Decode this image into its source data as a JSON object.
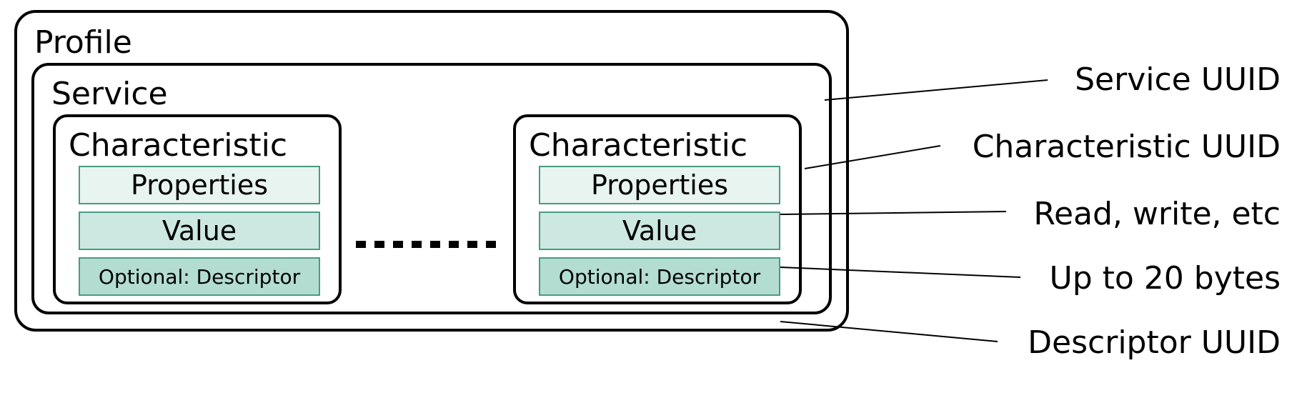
{
  "profile": {
    "label": "Profile"
  },
  "service": {
    "label": "Service"
  },
  "characteristics": [
    {
      "label": "Characteristic",
      "fields": [
        {
          "label": "Properties",
          "color": "#e8f4f0"
        },
        {
          "label": "Value",
          "color": "#cde8e0"
        },
        {
          "label": "Optional: Descriptor",
          "color": "#b3ddd1"
        }
      ]
    },
    {
      "label": "Characteristic",
      "fields": [
        {
          "label": "Properties",
          "color": "#e8f4f0"
        },
        {
          "label": "Value",
          "color": "#cde8e0"
        },
        {
          "label": "Optional: Descriptor",
          "color": "#b3ddd1"
        }
      ]
    }
  ],
  "annotations": [
    {
      "label": "Service UUID"
    },
    {
      "label": "Characteristic UUID"
    },
    {
      "label": "Read, write, etc"
    },
    {
      "label": "Up to 20 bytes"
    },
    {
      "label": "Descriptor UUID"
    }
  ],
  "colors": {
    "border": "#000000",
    "field_border": "#4a9a86"
  }
}
